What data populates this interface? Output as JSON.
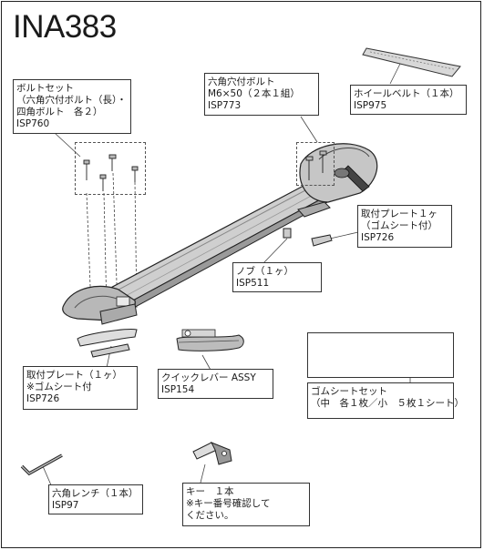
{
  "title": "INA383",
  "labels": {
    "bolt_set": [
      "ボルトセット",
      "（六角穴付ボルト（長）・",
      "四角ボルト　各２）",
      "ISP760"
    ],
    "hex_bolt": [
      "六角穴付ボルト",
      "M6×50（２本１組）",
      "ISP773"
    ],
    "wheel_belt": [
      "ホイールベルト（１本）",
      "ISP975"
    ],
    "mount_plate_right": [
      "取付プレート１ヶ",
      "（ゴムシート付）",
      "ISP726"
    ],
    "knob": [
      "ノブ（１ヶ）",
      "ISP511"
    ],
    "mount_plate_left": [
      "取付プレート（１ヶ）",
      "※ゴムシート付",
      "ISP726"
    ],
    "quick_lever": [
      "クイックレバー ASSY",
      "ISP154"
    ],
    "rubber_sheet_set": [
      "ゴムシートセット",
      "（中　各１枚／小　５枚１シート）"
    ],
    "hex_wrench": [
      "六角レンチ（１本）",
      "ISP97"
    ],
    "key": [
      "キー　１本",
      "※キー番号確認して",
      "ください。"
    ]
  }
}
